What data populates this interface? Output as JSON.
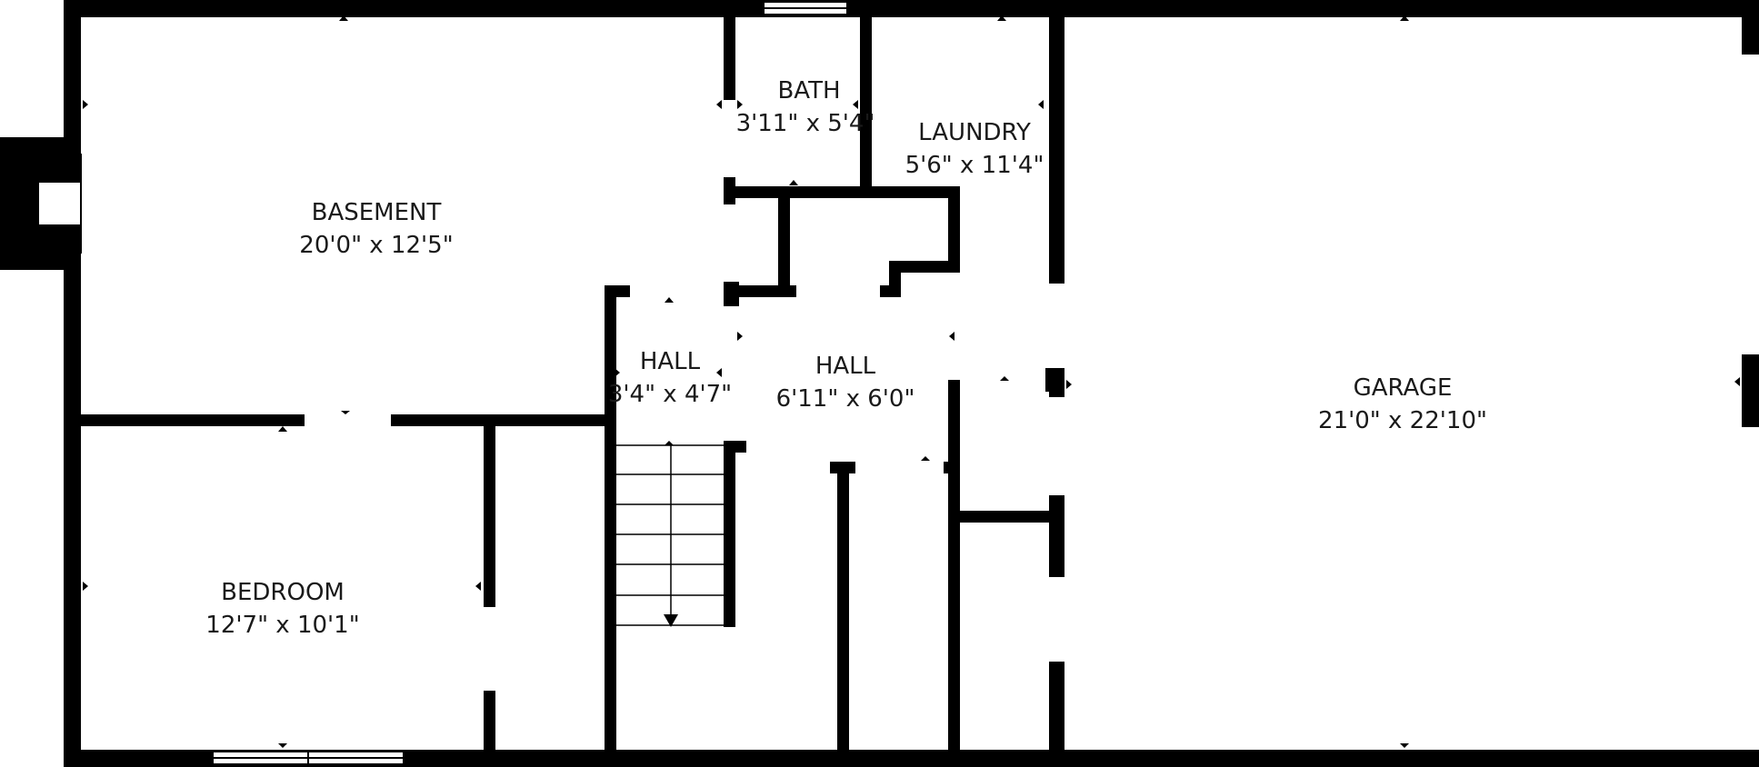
{
  "floor_plan": {
    "colors": {
      "wall": "#000000",
      "background": "#ffffff",
      "hatch": "#000000"
    },
    "rooms": {
      "basement": {
        "name": "BASEMENT",
        "dims": "20'0\" x 12'5\""
      },
      "bath": {
        "name": "BATH",
        "dims": "3'11\" x 5'4\""
      },
      "laundry": {
        "name": "LAUNDRY",
        "dims": "5'6\" x 11'4\""
      },
      "hall_small": {
        "name": "HALL",
        "dims": "3'4\" x 4'7\""
      },
      "hall_large": {
        "name": "HALL",
        "dims": "6'11\" x 6'0\""
      },
      "garage": {
        "name": "GARAGE",
        "dims": "21'0\" x 22'10\""
      },
      "bedroom": {
        "name": "BEDROOM",
        "dims": "12'7\" x 10'1\""
      }
    },
    "icons": {
      "fireplace": "fireplace-icon",
      "stairs": "staircase-icon",
      "stair_arrow": "arrow-down-icon"
    }
  }
}
